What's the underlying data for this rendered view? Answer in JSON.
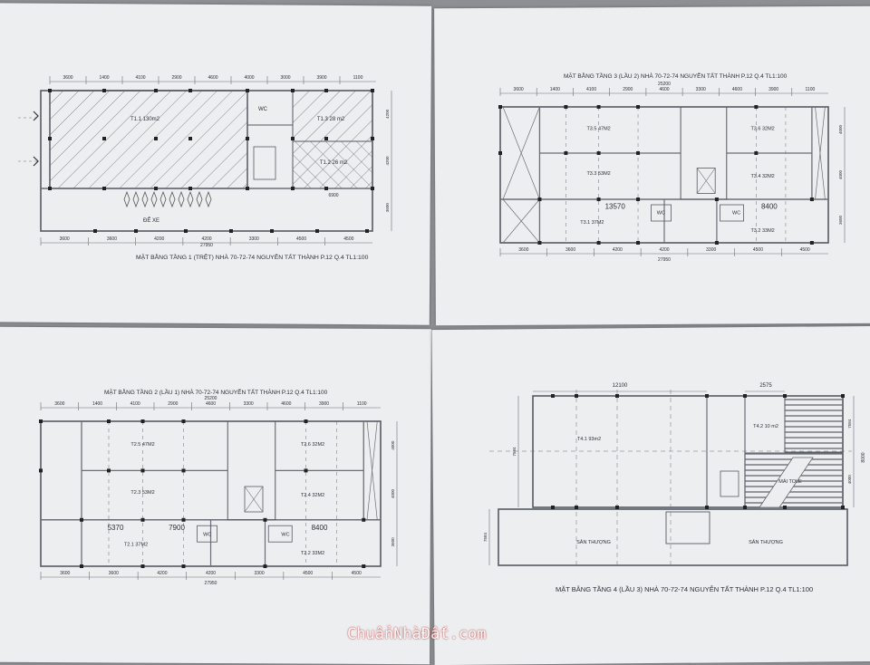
{
  "plans": [
    {
      "id": "tang1",
      "title": "MẶT BẰNG TẦNG 1 (TRỆT) NHÀ 70-72-74 NGUYỄN TẤT THÀNH P.12 Q.4   TL1:100",
      "rooms": [
        "T1.1 130m2",
        "WC",
        "T1.3 28 m2",
        "T1.2 26 m2",
        "ĐỂ XE"
      ],
      "top_dims": [
        "3600",
        "1400",
        "4100",
        "2900",
        "4600",
        "4000",
        "3000",
        "3900",
        "1100"
      ],
      "bottom_dims": [
        "3600",
        "3600",
        "4200",
        "4200",
        "3300",
        "4500",
        "4500"
      ],
      "total": "27950",
      "extra": [
        "6900"
      ],
      "side_dims": [
        "4200",
        "4200",
        "3600"
      ]
    },
    {
      "id": "tang3",
      "title": "MẶT BẰNG TẦNG 3 (LẦU 2) NHÀ 70-72-74 NGUYỄN TẤT THÀNH P.12 Q.4   TL1:100",
      "rooms": [
        "T3.5 47M2",
        "T3.6 32M2",
        "T3.3 53M2",
        "T3.4 32M2",
        "T3.1 37M2",
        "WC",
        "WC",
        "T3.2 33M2"
      ],
      "top_dims": [
        "3600",
        "1400",
        "4100",
        "2900",
        "4600",
        "3300",
        "4600",
        "3900",
        "1100"
      ],
      "bottom_dims": [
        "3600",
        "3600",
        "4200",
        "4200",
        "3300",
        "4500",
        "4500"
      ],
      "total": "27950",
      "overall": "25200",
      "extra": [
        "13570",
        "8400"
      ],
      "side_dims": [
        "4000",
        "4000",
        "3600"
      ]
    },
    {
      "id": "tang2",
      "title": "MẶT BẰNG TẦNG 2 (LẦU 1) NHÀ 70-72-74 NGUYỄN TẤT THÀNH P.12 Q.4   TL1:100",
      "rooms": [
        "T2.5 47M2",
        "T2.6 32M2",
        "T2.3 53M2",
        "T2.4 32M2",
        "T2.1 37M2",
        "WC",
        "WC",
        "T2.2 33M2"
      ],
      "top_dims": [
        "3600",
        "1400",
        "4100",
        "2900",
        "4600",
        "3300",
        "4600",
        "3900",
        "1100"
      ],
      "bottom_dims": [
        "3600",
        "3600",
        "4200",
        "4200",
        "3300",
        "4500",
        "4500"
      ],
      "total": "27950",
      "overall": "25200",
      "extra": [
        "5370",
        "7900",
        "8400"
      ],
      "side_dims": [
        "4000",
        "4000",
        "3600"
      ]
    },
    {
      "id": "tang4",
      "title": "MẶT BẰNG TẦNG 4 (LẦU 3) NHÀ 70-72-74 NGUYỄN TẤT THÀNH P.12 Q.4   TL1:100",
      "rooms": [
        "T4.1 93m2",
        "T4.2 10 m2",
        "MÁI TOLE",
        "SÂN THƯỢNG",
        "SÂN THƯỢNG"
      ],
      "top_dims": [
        "12100",
        "2575"
      ],
      "side_dims": [
        "7584",
        "4000",
        "4000",
        "3600"
      ],
      "total": "8000"
    }
  ],
  "watermark": "ChuẩnNhàĐất.com"
}
